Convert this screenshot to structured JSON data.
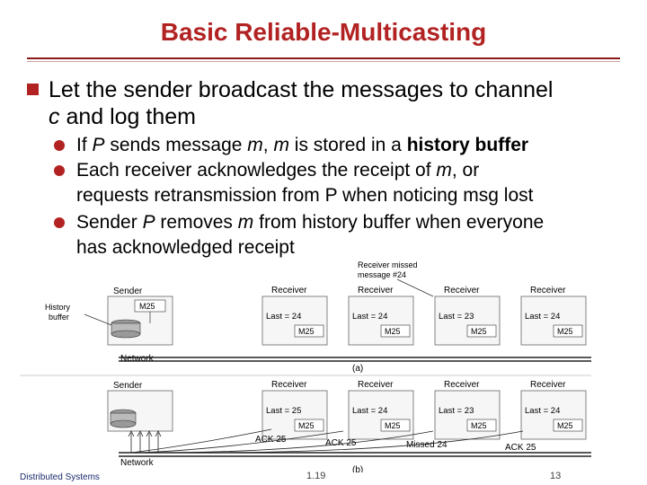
{
  "slide": {
    "title": "Basic Reliable-Multicasting",
    "bullet": {
      "line1": "Let the sender broadcast the messages to channel",
      "line2_var": "c",
      "line2_rest": " and log them"
    },
    "sub1": {
      "a": "If ",
      "P": "P",
      "b": " sends message ",
      "m1": "m",
      "c": ", ",
      "m2": "m",
      "d": " is stored in a ",
      "bold": "history buffer"
    },
    "sub2": {
      "a": "Each receiver acknowledges the receipt of ",
      "m": "m",
      "b": ", or",
      "line2": "requests retransmission from P when noticing msg lost"
    },
    "sub3": {
      "a": "Sender ",
      "P": "P",
      "b": " removes ",
      "m": "m",
      "c": " from history buffer when everyone",
      "line2": "has acknowledged receipt"
    }
  },
  "figure": {
    "sender_label": "Sender",
    "history_label_1": "History",
    "history_label_2": "buffer",
    "msg": "M25",
    "network_label": "Network",
    "missed_callout_1": "Receiver missed",
    "missed_callout_2": "message #24",
    "caption_a": "(a)",
    "caption_b": "(b)",
    "receiver_label": "Receiver",
    "panel_a_lasts": [
      "Last = 24",
      "Last = 24",
      "Last = 23",
      "Last = 24"
    ],
    "panel_b_lasts": [
      "Last = 25",
      "Last = 24",
      "Last = 23",
      "Last = 24"
    ],
    "acks": [
      "ACK 25",
      "ACK 25",
      "Missed 24",
      "ACK 25"
    ]
  },
  "footer": {
    "left": "Distributed Systems",
    "mid": "1.19",
    "right": "13"
  }
}
